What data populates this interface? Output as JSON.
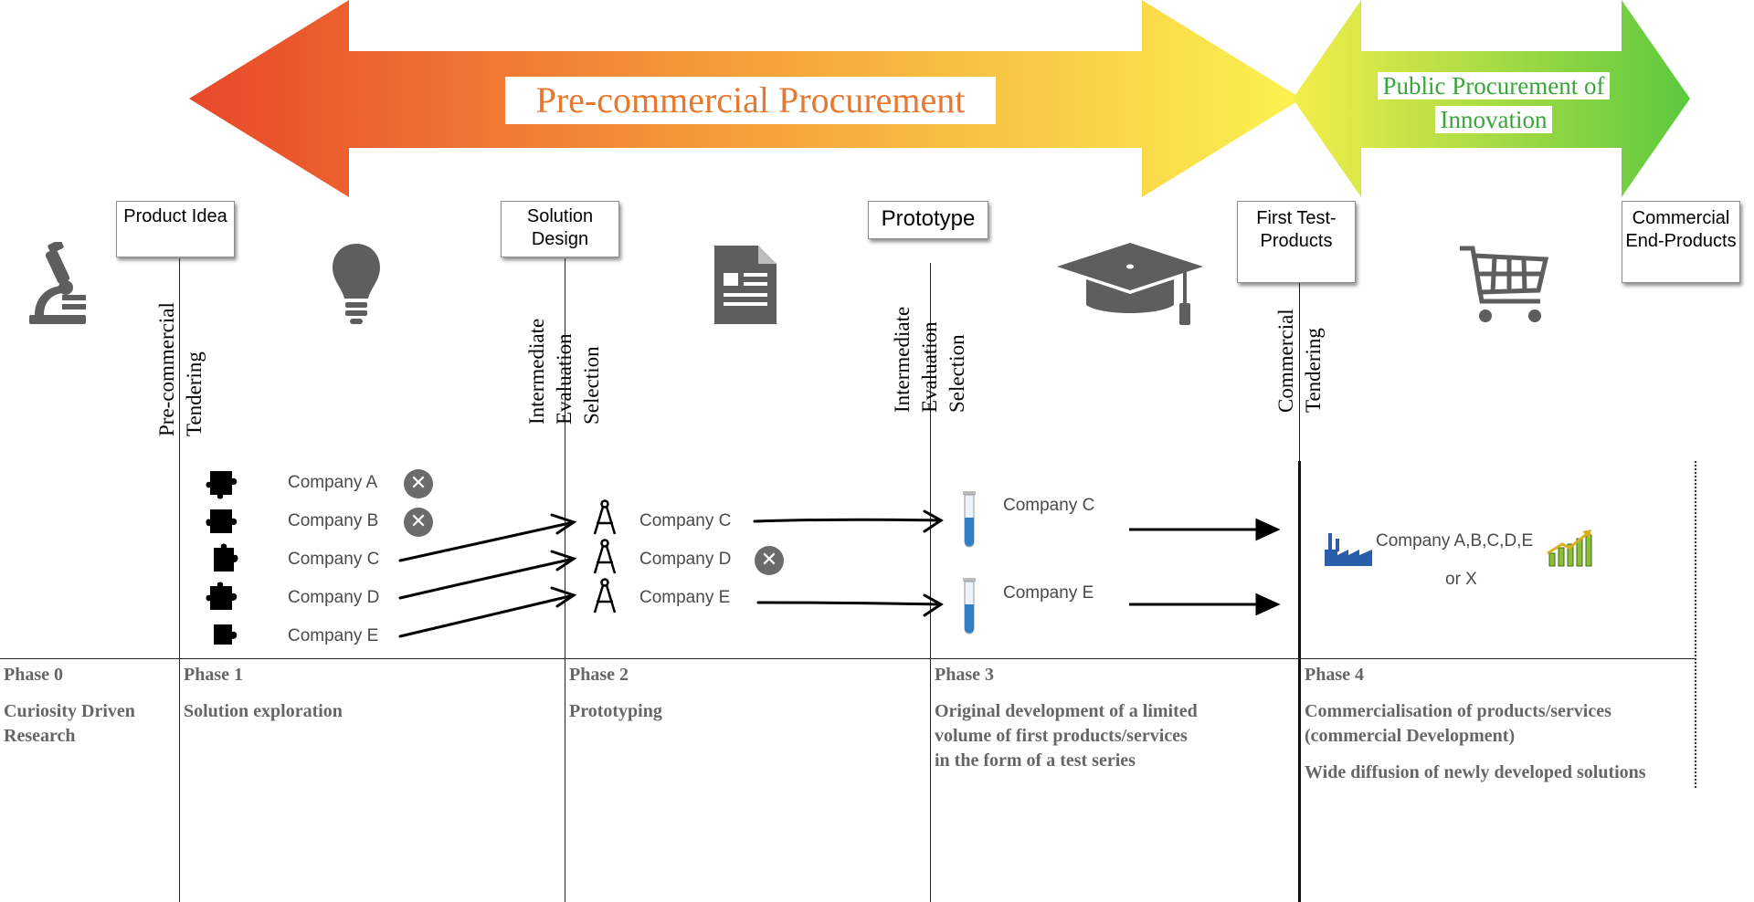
{
  "banner": {
    "pcp_title": "Pre-commercial Procurement",
    "ppi_title": "Public Procurement of Innovation"
  },
  "milestones": {
    "product_idea": "Product Idea",
    "solution_design": "Solution Design",
    "prototype": "Prototype",
    "first_test_products": "First Test-Products",
    "commercial_end_products": "Commercial End-Products"
  },
  "gates": {
    "precommercial_tendering": "Pre-commercial\nTendering",
    "intermediate_eval_1": "Intermediate\nEvaluation\nSelection",
    "intermediate_eval_2": "Intermediate\nEvaluation\nSelection",
    "commercial_tendering": "Commercial\nTendering"
  },
  "phase1_companies": [
    "Company A",
    "Company B",
    "Company C",
    "Company D",
    "Company E"
  ],
  "phase2_companies": [
    "Company C",
    "Company D",
    "Company E"
  ],
  "phase3_companies": [
    "Company C",
    "Company E"
  ],
  "phase4": {
    "company_line": "Company A,B,C,D,E",
    "or_line": "or X"
  },
  "phases": [
    {
      "label": "Phase 0",
      "desc": [
        "Curiosity Driven",
        "Research"
      ]
    },
    {
      "label": "Phase 1",
      "desc": [
        "Solution exploration"
      ]
    },
    {
      "label": "Phase 2",
      "desc": [
        "Prototyping"
      ]
    },
    {
      "label": "Phase 3",
      "desc": [
        "Original development of a limited",
        "volume of first products/services",
        "in the form of a test series"
      ]
    },
    {
      "label": "Phase 4",
      "desc": [
        "Commercialisation of products/services",
        "(commercial Development)",
        "Wide diffusion of newly developed solutions"
      ]
    }
  ],
  "icons": {
    "research": "microscope-icon",
    "idea": "lightbulb-icon",
    "design": "document-icon",
    "prototype": "graduation-cap-icon",
    "market": "shopping-cart-icon",
    "exploration": "puzzle-piece-icon",
    "drafting": "compass-icon",
    "testing": "test-tube-icon",
    "eliminated": "x-circle-icon",
    "industry": "factory-icon",
    "growth": "growth-chart-icon"
  },
  "colors": {
    "pcp_start": "#e8482a",
    "pcp_mid": "#f5a03a",
    "pcp_end": "#fbf250",
    "ppi_start": "#f3ee4a",
    "ppi_end": "#5cc93e",
    "pcp_text": "#e67830",
    "ppi_text": "#3aa53a",
    "phase_text": "#666666",
    "icon_gray": "#5e5e5e"
  }
}
